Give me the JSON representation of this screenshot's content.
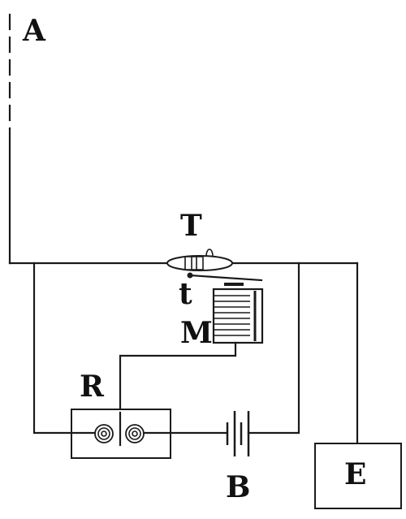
{
  "diagram": {
    "labels": {
      "antenna": "A",
      "coherer": "T",
      "contact": "t",
      "magnet": "M",
      "relay": "R",
      "battery": "B",
      "earth": "E"
    }
  }
}
